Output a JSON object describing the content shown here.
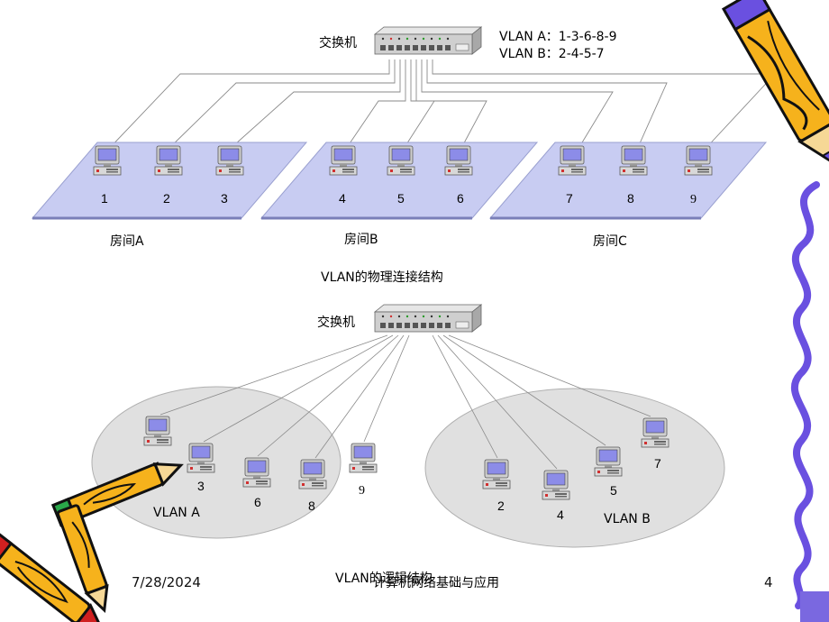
{
  "physical": {
    "switch_label": "交换机",
    "vlan_a_line": "VLAN A：1-3-6-8-9",
    "vlan_b_line": "VLAN B：2-4-5-7",
    "rooms": [
      "房间A",
      "房间B",
      "房间C"
    ],
    "pcs": [
      "1",
      "2",
      "3",
      "4",
      "5",
      "6",
      "7",
      "8",
      "9"
    ],
    "caption": "VLAN的物理连接结构"
  },
  "logical": {
    "switch_label": "交换机",
    "group_a": {
      "name": "VLAN A",
      "pcs": [
        "1",
        "3",
        "6",
        "8",
        "9"
      ]
    },
    "group_b": {
      "name": "VLAN B",
      "pcs": [
        "2",
        "4",
        "5",
        "7"
      ]
    },
    "caption": "VLAN的逻辑结构"
  },
  "footer": {
    "date": "7/28/2024",
    "course": "计算机网络基础与应用",
    "page": "4"
  },
  "colors": {
    "platform": "#c8ccf2",
    "platform_edge": "#9aa0d0",
    "ellipse": "#e0e0e0",
    "wire": "#8a8a8a",
    "accent": "#6a50e0"
  }
}
